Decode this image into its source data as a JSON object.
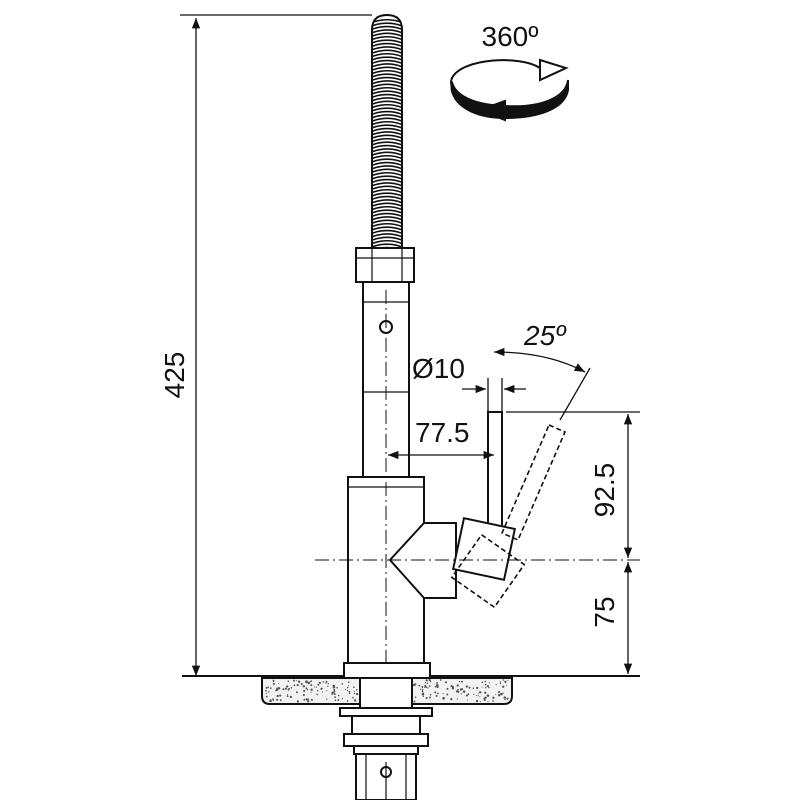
{
  "dimensions": {
    "total_height": "425",
    "rotation": "360º",
    "spout_diameter": "Ø10",
    "spout_offset": "77.5",
    "lever_angle": "25º",
    "lever_height": "92.5",
    "body_height": "75"
  },
  "colors": {
    "line": "#111111",
    "counter_fill": "#f2f2f2",
    "speckle": "#555555"
  }
}
